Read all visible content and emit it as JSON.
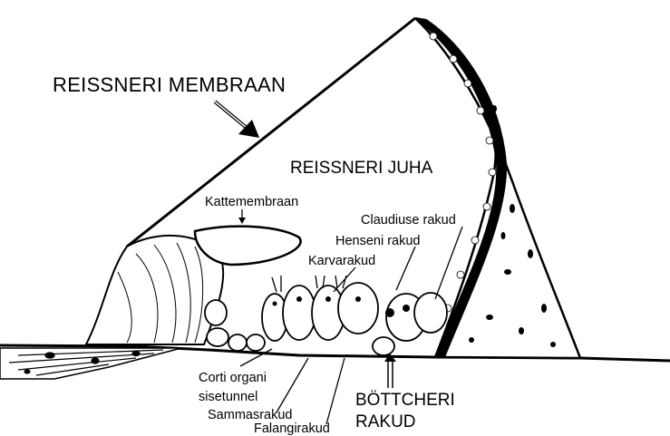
{
  "labels": {
    "reissner_membrane": "REISSNERI MEMBRAAN",
    "reissner_duct": "REISSNERI JUHA",
    "tectorial_membrane": "Kattemembraan",
    "claudius_cells": "Claudiuse rakud",
    "hensen_cells": "Henseni rakud",
    "hair_cells": "Karvarakud",
    "corti_tunnel_line1": "Corti organi",
    "corti_tunnel_line2": "sisetunnel",
    "pillar_cells": "Sammasrakud",
    "phalangeal_cells": "Falangirakud",
    "bottcher_cells_line1": "BÖTTCHERI",
    "bottcher_cells_line2": "RAKUD"
  },
  "colors": {
    "ink": "#000000",
    "background": "#ffffff"
  }
}
